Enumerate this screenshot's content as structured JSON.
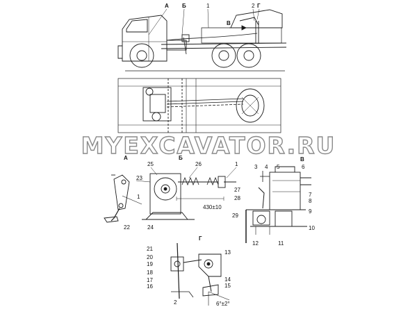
{
  "watermark": "MYEXCAVATOR.RU",
  "sections": {
    "A": "А",
    "B": "Б",
    "V": "В",
    "G": "Г"
  },
  "callouts": {
    "n1": "1",
    "n2": "2",
    "n3": "3",
    "n4": "4",
    "n5": "5",
    "n6": "6",
    "n7": "7",
    "n8": "8",
    "n9": "9",
    "n10": "10",
    "n11": "11",
    "n12": "12",
    "n13": "13",
    "n14": "14",
    "n15": "15",
    "n16": "16",
    "n17": "17",
    "n18": "18",
    "n19": "19",
    "n20": "20",
    "n21": "21",
    "n22": "22",
    "n23": "23",
    "n24": "24",
    "n25": "25",
    "n26": "26",
    "n27": "27",
    "n28": "28",
    "n29": "29"
  },
  "dimensions": {
    "spring_length": "430±10",
    "angle": "6°±2°"
  }
}
